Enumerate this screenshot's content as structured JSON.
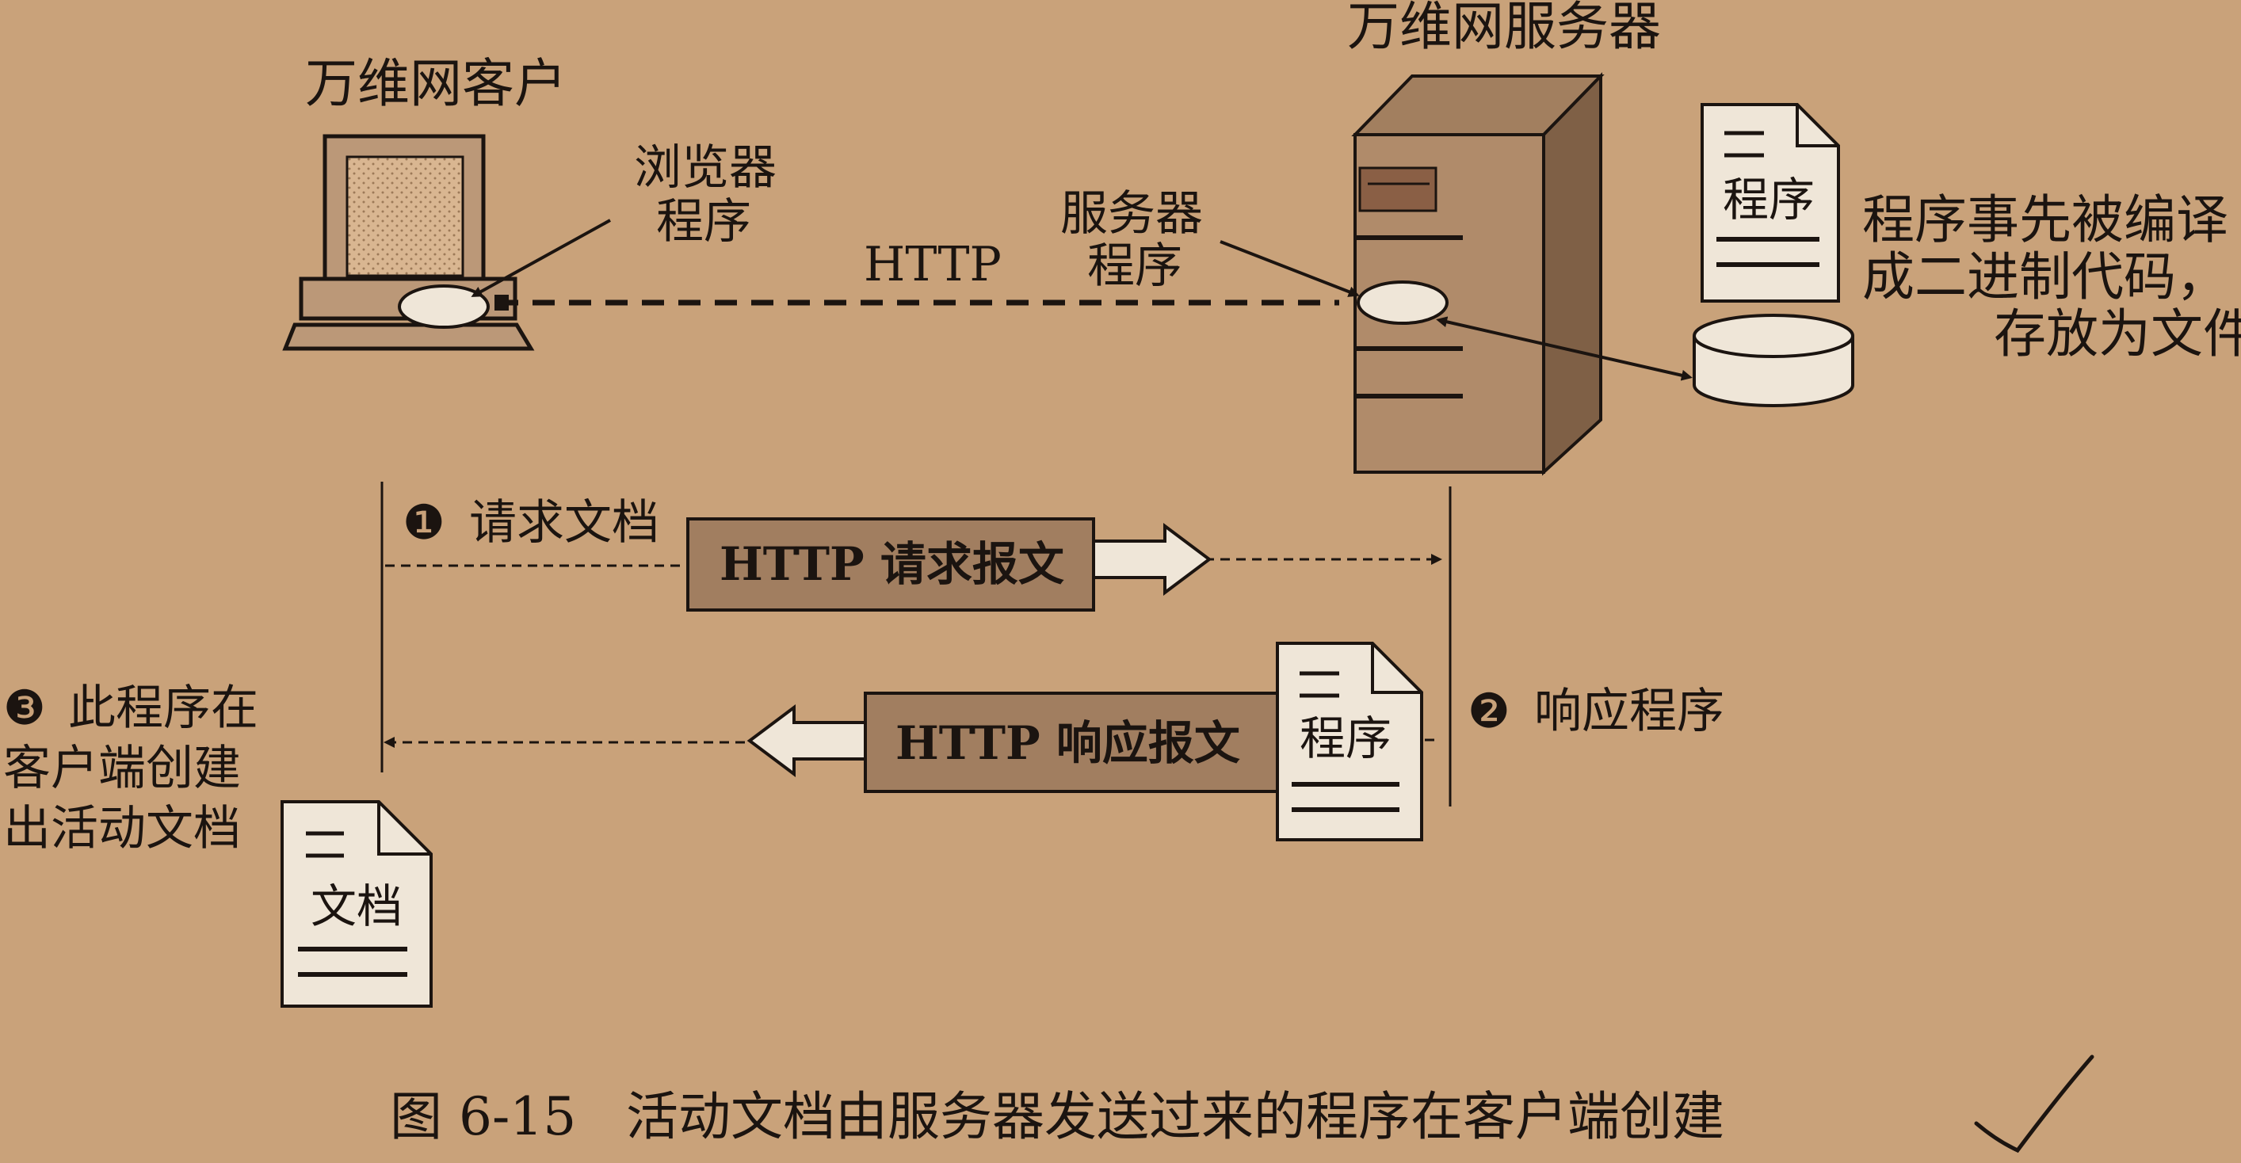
{
  "client": {
    "title": "万维网客户",
    "browser_program_line1": "浏览器",
    "browser_program_line2": "程序"
  },
  "server": {
    "title": "万维网服务器",
    "server_program_line1": "服务器",
    "server_program_line2": "程序"
  },
  "link_label": "HTTP",
  "program_doc_label": "程序",
  "program_note": [
    "程序事先被编译",
    "成二进制代码，",
    "存放为文件"
  ],
  "steps": [
    {
      "marker": "❶",
      "text": "请求文档"
    },
    {
      "marker": "❷",
      "text": "响应程序"
    },
    {
      "marker": "❸",
      "lines": [
        "此程序在",
        "客户端创建",
        "出活动文档"
      ]
    }
  ],
  "request_box": "HTTP 请求报文",
  "response_box": "HTTP 响应报文",
  "response_doc_label": "程序",
  "client_doc_label": "文档",
  "caption": {
    "number": "图 6-15",
    "text": "活动文档由服务器发送过来的程序在客户端创建"
  }
}
